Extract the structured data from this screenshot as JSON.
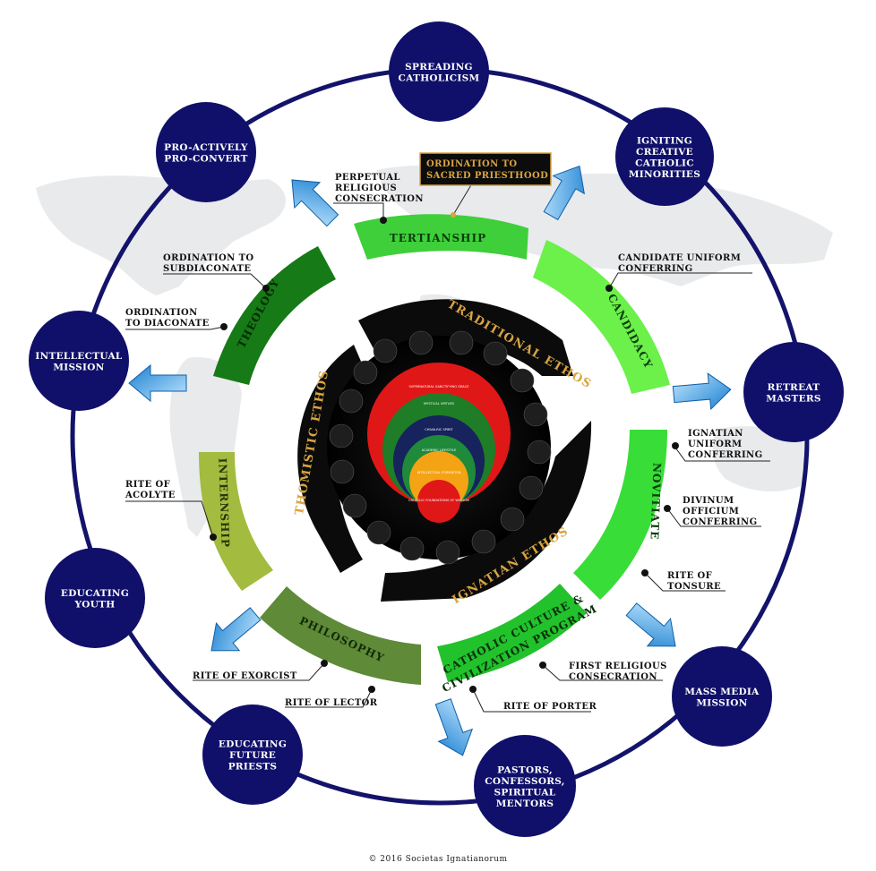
{
  "outer_nodes": [
    {
      "id": "spreading",
      "lines": [
        "SPREADING",
        "CATHOLICISM"
      ]
    },
    {
      "id": "igniting",
      "lines": [
        "IGNITING",
        "CREATIVE",
        "CATHOLIC",
        "MINORITIES"
      ]
    },
    {
      "id": "retreat",
      "lines": [
        "RETREAT",
        "MASTERS"
      ]
    },
    {
      "id": "massmedia",
      "lines": [
        "MASS MEDIA",
        "MISSION"
      ]
    },
    {
      "id": "pastors",
      "lines": [
        "PASTORS,",
        "CONFESSORS,",
        "SPIRITUAL",
        "MENTORS"
      ]
    },
    {
      "id": "futurepriests",
      "lines": [
        "EDUCATING",
        "FUTURE",
        "PRIESTS"
      ]
    },
    {
      "id": "youth",
      "lines": [
        "EDUCATING",
        "YOUTH"
      ]
    },
    {
      "id": "intellectual",
      "lines": [
        "INTELLECTUAL",
        "MISSION"
      ]
    },
    {
      "id": "proactive",
      "lines": [
        "PRO-ACTIVELY",
        "PRO-CONVERT"
      ]
    }
  ],
  "segments": {
    "tertianship": "TERTIANSHIP",
    "candidacy": "CANDIDACY",
    "novitiate": "NOVITIATE",
    "culture1": "CATHOLIC CULTURE &",
    "culture2": "CIVILIZATION PROGRAM",
    "philosophy": "PHILOSOPHY",
    "internship": "INTERNSHIP",
    "theology": "THEOLOGY"
  },
  "ethos": {
    "traditional": "TRADITIONAL ETHOS",
    "ignatian": "IGNATIAN ETHOS",
    "thomistic": "THOMISTIC ETHOS"
  },
  "callouts": {
    "ordination_priesthood": [
      "ORDINATION TO",
      "SACRED PRIESTHOOD"
    ],
    "perpetual": [
      "PERPETUAL",
      "RELIGIOUS",
      "CONSECRATION"
    ],
    "candidate_uniform": [
      "CANDIDATE UNIFORM",
      "CONFERRING"
    ],
    "ignatian_uniform": [
      "IGNATIAN",
      "UNIFORM",
      "CONFERRING"
    ],
    "divinum": [
      "DIVINUM",
      "OFFICIUM",
      "CONFERRING"
    ],
    "tonsure": [
      "RITE OF",
      "TONSURE"
    ],
    "first_religious": [
      "FIRST RELIGIOUS",
      "CONSECRATION"
    ],
    "porter": [
      "RITE OF PORTER"
    ],
    "lector": [
      "RITE OF LECTOR"
    ],
    "exorcist": [
      "RITE OF EXORCIST"
    ],
    "acolyte": [
      "RITE OF",
      "ACOLYTE"
    ],
    "diaconate": [
      "ORDINATION",
      "TO DIACONATE"
    ],
    "subdiaconate": [
      "ORDINATION TO",
      "SUBDIACONATE"
    ]
  },
  "core_labels": [
    "SUPERNATURAL SANCTIFYING GRACE",
    "MYSTICAL VIRTUES",
    "CHIVALRIC SPIRIT",
    "ACADEMIC LIFESTYLE",
    "INTELLECTUAL FORMATION",
    "CATHOLIC FOUNDATIONS OF WISDOM"
  ],
  "copyright": "© 2016 Societas Ignatianorum"
}
